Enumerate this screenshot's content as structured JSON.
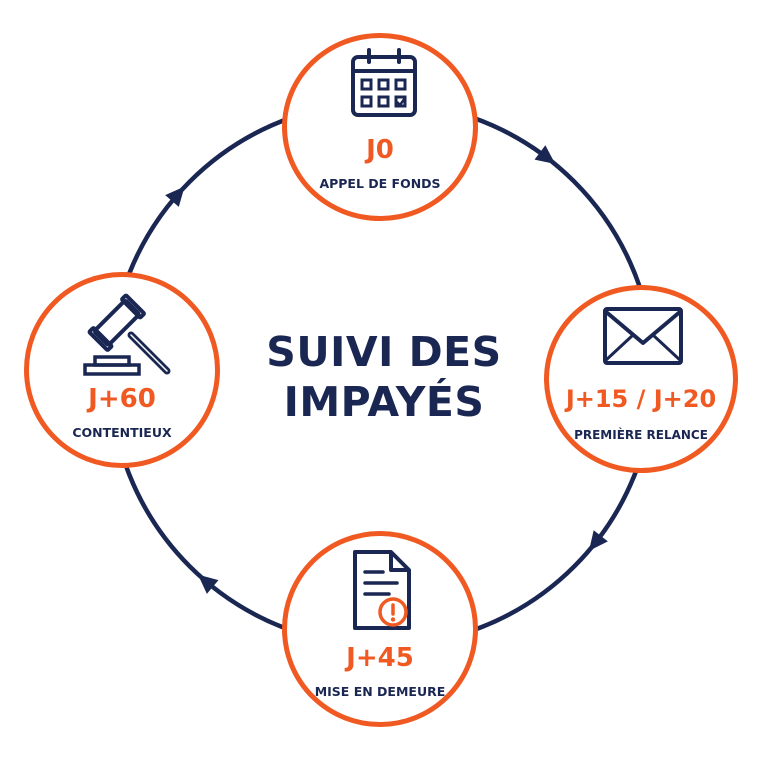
{
  "title": {
    "line1": "SUIVI DES",
    "line2": "IMPAYÉS"
  },
  "colors": {
    "navy": "#1b2753",
    "orange": "#f05a22",
    "background": "#ffffff"
  },
  "steps": [
    {
      "delay": "J0",
      "label": "APPEL DE FONDS",
      "icon": "calendar-icon"
    },
    {
      "delay": "J+15 / J+20",
      "label": "PREMIÈRE RELANCE",
      "icon": "envelope-icon"
    },
    {
      "delay": "J+45",
      "label": "MISE EN DEMEURE",
      "icon": "document-alert-icon"
    },
    {
      "delay": "J+60",
      "label": "CONTENTIEUX",
      "icon": "gavel-icon"
    }
  ],
  "cycle_direction": "clockwise"
}
